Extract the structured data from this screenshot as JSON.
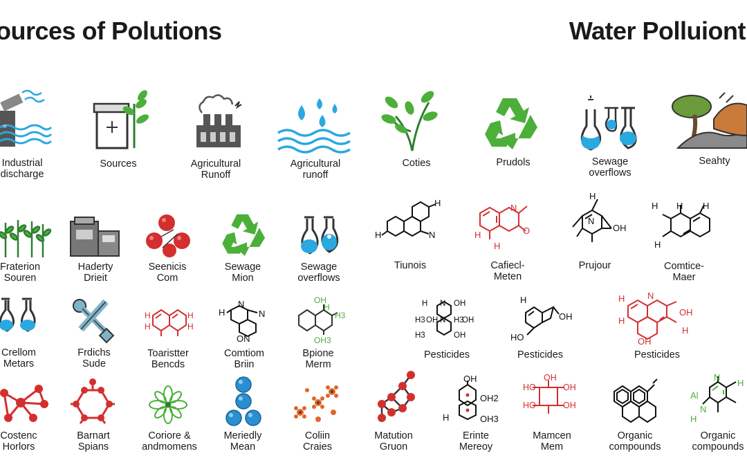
{
  "titles": {
    "left": "ources of Polutions",
    "right": "Water Polluiont"
  },
  "rows": [
    [
      {
        "l1": "Industrial",
        "l2": "discharge",
        "icon": "factory-discharge-icon"
      },
      {
        "l1": "Sources",
        "l2": "",
        "icon": "machine-plant-icon"
      },
      {
        "l1": "Agricultural",
        "l2": "Runoff",
        "icon": "factory-icon"
      },
      {
        "l1": "Agricultural",
        "l2": "runoff",
        "icon": "water-drops-icon"
      },
      {
        "l1": "Coties",
        "l2": "",
        "icon": "plant-icon"
      },
      {
        "l1": "Prudols",
        "l2": "",
        "icon": "recycle-icon"
      },
      {
        "l1": "Sewage",
        "l2": "overflows",
        "icon": "flasks-icon"
      },
      {
        "l1": "Seahty",
        "l2": "",
        "icon": "tree-landscape-icon"
      }
    ],
    [
      {
        "l1": "Fraterion",
        "l2": "Souren",
        "icon": "plants-row-icon"
      },
      {
        "l1": "Haderty",
        "l2": "Drieit",
        "icon": "machine-icon"
      },
      {
        "l1": "Seenicis",
        "l2": "Com",
        "icon": "red-spheres-icon"
      },
      {
        "l1": "Sewage",
        "l2": "Mion",
        "icon": "recycle-icon"
      },
      {
        "l1": "Sewage",
        "l2": "overflows",
        "icon": "flasks-icon"
      },
      {
        "l1": "Tiunois",
        "l2": "",
        "icon": "molecule-icon"
      },
      {
        "l1": "Cafiecl-",
        "l2": "Meten",
        "icon": "red-molecule-icon"
      },
      {
        "l1": "Prujour",
        "l2": "",
        "icon": "molecule-icon"
      },
      {
        "l1": "Comtice-",
        "l2": "Maer",
        "icon": "molecule-icon"
      }
    ],
    [
      {
        "l1": "Crellom",
        "l2": "Metars",
        "icon": "flasks-icon"
      },
      {
        "l1": "Frdichs",
        "l2": "Sude",
        "icon": "wrench-tool-icon"
      },
      {
        "l1": "Toaristter",
        "l2": "Bencds",
        "icon": "red-molecule-icon"
      },
      {
        "l1": "Comtiom",
        "l2": "Briin",
        "icon": "molecule-icon"
      },
      {
        "l1": "Bpione",
        "l2": "Merm",
        "icon": "green-molecule-icon"
      },
      {
        "l1": "Pesticides",
        "l2": "",
        "icon": "molecule-icon"
      },
      {
        "l1": "Pesticides",
        "l2": "",
        "icon": "molecule-icon"
      },
      {
        "l1": "Pesticides",
        "l2": "",
        "icon": "red-molecule-icon"
      }
    ],
    [
      {
        "l1": "Costenc",
        "l2": "Horlors",
        "icon": "red-network-icon"
      },
      {
        "l1": "Barnart",
        "l2": "Spians",
        "icon": "red-network-icon"
      },
      {
        "l1": "Coriore &",
        "l2": "andmomens",
        "icon": "green-flower-icon"
      },
      {
        "l1": "Meriedly",
        "l2": "Mean",
        "icon": "blue-beads-icon"
      },
      {
        "l1": "Coliin",
        "l2": "Craies",
        "icon": "orange-flowers-icon"
      },
      {
        "l1": "Matution",
        "l2": "Gruon",
        "icon": "red-network-icon"
      },
      {
        "l1": "Erinte",
        "l2": "Mereoy",
        "icon": "molecule-icon"
      },
      {
        "l1": "Mamcen",
        "l2": "Mem",
        "icon": "red-molecule-icon"
      },
      {
        "l1": "Organic",
        "l2": "compounds",
        "icon": "hexagon-cluster-icon"
      },
      {
        "l1": "Organic",
        "l2": "compounds",
        "icon": "green-molecule-icon"
      }
    ]
  ],
  "chem": {
    "r2c6": [
      "H",
      "H",
      "N"
    ],
    "r2c7": [
      "N",
      "O",
      "H",
      "H"
    ],
    "r2c8": [
      "H",
      "N",
      "OH"
    ],
    "r2c9": [
      "H",
      "H",
      "H",
      "H"
    ],
    "r3c3": [
      "H",
      "H",
      "H",
      "H"
    ],
    "r3c4": [
      "H",
      "N",
      "N",
      "ON"
    ],
    "r3c5": [
      "OH",
      "H",
      "H3",
      "OH3"
    ],
    "r3c6": [
      "H",
      "N",
      "OH",
      "H3",
      "OH",
      "H3",
      "N",
      "OH",
      "H3",
      "OH"
    ],
    "r3c7": [
      "H",
      "OH",
      "HO"
    ],
    "r3c8": [
      "H",
      "N",
      "OH",
      "H",
      "H",
      "OH"
    ],
    "r4c7": [
      "OH",
      "OH2",
      "H",
      "OH3"
    ],
    "r4c8": [
      "OH",
      "HO",
      "OH",
      "HO",
      "OH"
    ],
    "r4c10": [
      "Al",
      "N",
      "H",
      "N",
      "H"
    ]
  },
  "colors": {
    "blue": "#2aa8e0",
    "green": "#4caf3a",
    "red": "#d32f2f",
    "orange": "#e0662a",
    "dark": "#333333"
  }
}
